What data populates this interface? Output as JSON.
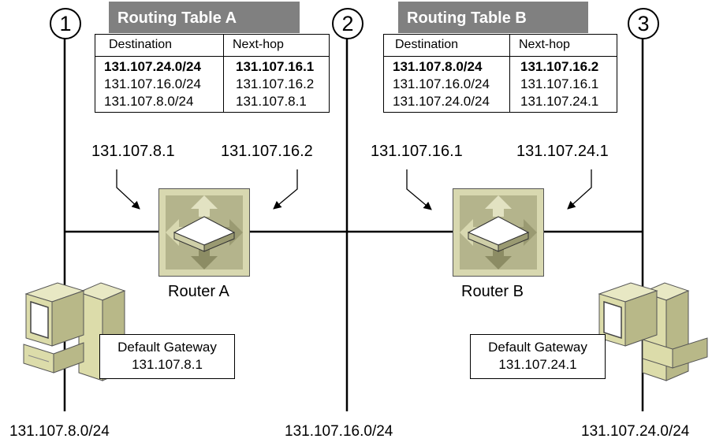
{
  "networks": [
    {
      "number": "1",
      "subnet": "131.107.8.0/24"
    },
    {
      "number": "2",
      "subnet": "131.107.16.0/24"
    },
    {
      "number": "3",
      "subnet": "131.107.24.0/24"
    }
  ],
  "routers": [
    {
      "name": "Router A",
      "left_ip": "131.107.8.1",
      "right_ip": "131.107.16.2"
    },
    {
      "name": "Router B",
      "left_ip": "131.107.16.1",
      "right_ip": "131.107.24.1"
    }
  ],
  "routing_tables": [
    {
      "title": "Routing Table A",
      "headers": [
        "Destination",
        "Next-hop"
      ],
      "rows": [
        {
          "destination": "131.107.24.0/24",
          "next_hop": "131.107.16.1"
        },
        {
          "destination": "131.107.16.0/24",
          "next_hop": "131.107.16.2"
        },
        {
          "destination": "131.107.8.0/24",
          "next_hop": "131.107.8.1"
        }
      ]
    },
    {
      "title": "Routing Table B",
      "headers": [
        "Destination",
        "Next-hop"
      ],
      "rows": [
        {
          "destination": "131.107.8.0/24",
          "next_hop": "131.107.16.2"
        },
        {
          "destination": "131.107.16.0/24",
          "next_hop": "131.107.16.1"
        },
        {
          "destination": "131.107.24.0/24",
          "next_hop": "131.107.24.1"
        }
      ]
    }
  ],
  "hosts": [
    {
      "gateway_label": "Default Gateway",
      "gateway_ip": "131.107.8.1"
    },
    {
      "gateway_label": "Default Gateway",
      "gateway_ip": "131.107.24.1"
    }
  ],
  "colors": {
    "router_light": "#d8d8b0",
    "router_mid": "#b4b48c",
    "router_dark": "#8c8c64",
    "computer_body": "#dcdcaa",
    "computer_shade": "#b8b888",
    "title_bar": "#808080"
  },
  "icons": [
    "router-icon",
    "computer-icon",
    "arrow-icon"
  ]
}
